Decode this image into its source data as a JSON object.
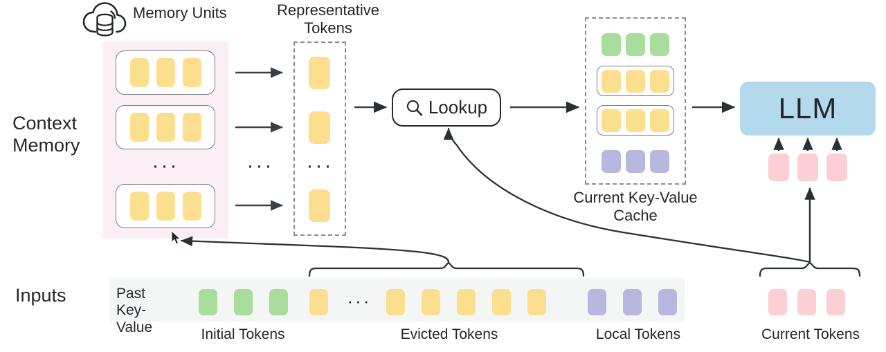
{
  "diagram": {
    "title_labels": {
      "memory_units": "Memory Units",
      "representative_tokens": "Representative\nTokens",
      "current_kv_cache": "Current Key-Value\nCache"
    },
    "row_labels": {
      "context_memory": "Context\nMemory",
      "inputs": "Inputs"
    },
    "context_memory": {
      "panel_color": "#fbeef5",
      "units": [
        {
          "tokens": [
            "yellow",
            "yellow",
            "yellow"
          ]
        },
        {
          "tokens": [
            "yellow",
            "yellow",
            "yellow"
          ]
        },
        {
          "tokens": [
            "yellow",
            "yellow",
            "yellow"
          ]
        }
      ],
      "ellipsis": "···"
    },
    "arrow_column": {
      "ellipsis": "···"
    },
    "representative_tokens": {
      "tokens": [
        "yellow",
        "yellow",
        "yellow"
      ],
      "ellipsis": "···",
      "border_style": "dashed"
    },
    "lookup": {
      "label": "Lookup",
      "icon": "search-icon"
    },
    "kv_cache": {
      "rows": [
        {
          "boxed": false,
          "color": "green",
          "count": 3
        },
        {
          "boxed": true,
          "color": "yellow",
          "count": 3
        },
        {
          "boxed": true,
          "color": "yellow",
          "count": 3
        },
        {
          "boxed": false,
          "color": "purple",
          "count": 3
        }
      ],
      "border_style": "dashed"
    },
    "llm": {
      "label": "LLM",
      "box_color": "#b3d9ec",
      "input_tokens": [
        "pink",
        "pink",
        "pink"
      ]
    },
    "inputs_row": {
      "past_key_value_label": "Past\nKey-Value",
      "strip_color": "#f4f6f5",
      "ellipsis": "···",
      "tokens": [
        {
          "color": "green",
          "group": "initial"
        },
        {
          "color": "green",
          "group": "initial"
        },
        {
          "color": "green",
          "group": "initial"
        },
        {
          "color": "yellow",
          "group": "evicted"
        },
        {
          "color": "yellow",
          "group": "evicted"
        },
        {
          "color": "yellow",
          "group": "evicted"
        },
        {
          "color": "yellow",
          "group": "evicted"
        },
        {
          "color": "yellow",
          "group": "evicted"
        },
        {
          "color": "yellow",
          "group": "evicted"
        },
        {
          "color": "purple",
          "group": "local"
        },
        {
          "color": "purple",
          "group": "local"
        },
        {
          "color": "purple",
          "group": "local"
        }
      ],
      "current_tokens": [
        {
          "color": "pink",
          "group": "current"
        },
        {
          "color": "pink",
          "group": "current"
        },
        {
          "color": "pink",
          "group": "current"
        }
      ]
    },
    "group_labels": {
      "initial": "Initial Tokens",
      "evicted": "Evicted Tokens",
      "local": "Local Tokens",
      "current": "Current Tokens"
    },
    "palette": {
      "green": "#a8dd9b",
      "yellow": "#fcdf8e",
      "purple": "#b7b7e0",
      "pink": "#fbcfd3",
      "blue": "#b3d9ec",
      "pink_panel": "#fbeef5",
      "strip_gray": "#f4f6f5",
      "stroke_dark": "#23262b",
      "stroke_gray": "#7c7c84",
      "dash_gray": "#8c8c93"
    }
  }
}
